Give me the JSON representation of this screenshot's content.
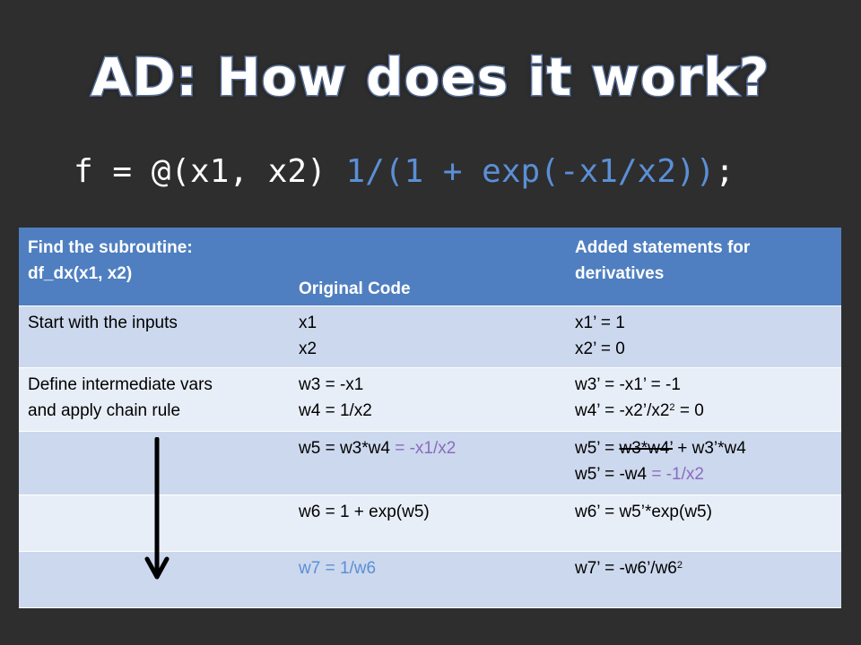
{
  "title": "AD: How does it work?",
  "code": {
    "prefix": "f = @(x1, x2) ",
    "body": "1/(1 + exp(-x1/x2))",
    "suffix": ";",
    "colors": {
      "prefix": "#ffffff",
      "body": "#5b8fd6"
    }
  },
  "table": {
    "headers": {
      "col1_line1": "Find the subroutine:",
      "col1_line2": "df_dx(x1, x2)",
      "col2": "Original Code",
      "col3_line1": "Added statements for",
      "col3_line2": "derivatives"
    },
    "rows": [
      {
        "label_line1": "Start with the inputs",
        "label_line2": "",
        "code_line1": "x1",
        "code_line2": "x2",
        "deriv_line1": "x1’ = 1",
        "deriv_line2": "x2’ = 0"
      },
      {
        "label_line1": "Define intermediate vars",
        "label_line2": "and apply chain rule",
        "code_line1": "w3 = -x1",
        "code_line2": "w4 = 1/x2",
        "deriv_line1": "w3’ = -x1’ = -1",
        "deriv_line2_a": "w4’ = -x2’/x2",
        "deriv_line2_sup": "2",
        "deriv_line2_b": " = 0"
      },
      {
        "code_a": "w5 = w3*w4",
        "code_b": " = -x1/x2",
        "deriv_line1_a": "w5’ = ",
        "deriv_line1_strike": "w3*w4’",
        "deriv_line1_b": " + w3’*w4",
        "deriv_line2_a": "w5’ = -w4",
        "deriv_line2_b": " = -1/x2"
      },
      {
        "code": "w6 = 1 + exp(w5)",
        "deriv": "w6’ = w5’*exp(w5)"
      },
      {
        "code": "w7 = 1/w6",
        "deriv_a": "w7’ = -w6’/w6",
        "deriv_sup": "2"
      }
    ],
    "colors": {
      "header": "#4f7fc0",
      "row_dark": "#ccd8ed",
      "row_light": "#e8eef8",
      "accent_purple": "#8a6bc0",
      "accent_blue": "#5b8fd6"
    }
  },
  "arrow": {
    "icon": "down-arrow-icon",
    "color": "#000000"
  }
}
